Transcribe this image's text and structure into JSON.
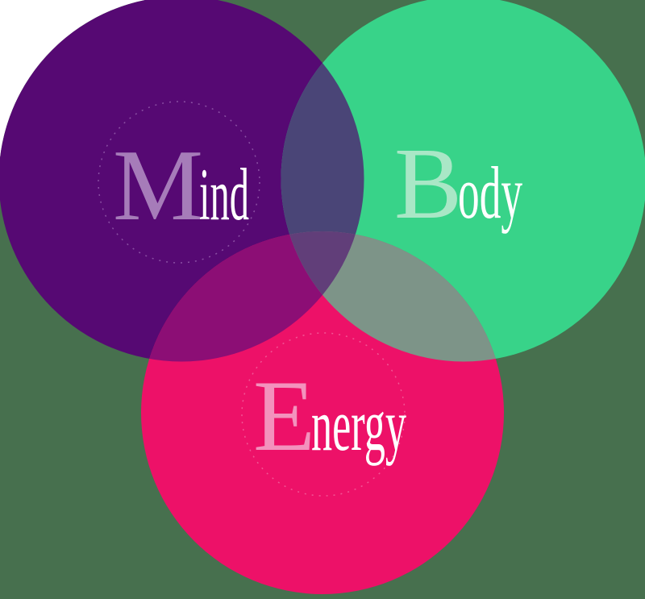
{
  "diagram": {
    "type": "venn",
    "background_color": "#47704E",
    "top_left_fill": "#FFFFFF",
    "sets": [
      {
        "name": "Mind",
        "initial": "M",
        "rest": "ind",
        "circle_color": "#560973",
        "initial_color": "#A67CB9",
        "text_color": "#FFFFFF"
      },
      {
        "name": "Body",
        "initial": "B",
        "rest": "ody",
        "circle_color": "#38D389",
        "initial_color": "#A9E7C6",
        "text_color": "#FFFFFF"
      },
      {
        "name": "Energy",
        "initial": "E",
        "rest": "nergy",
        "circle_color": "#ED1168",
        "initial_color": "#F392BD",
        "text_color": "#FFFFFF"
      }
    ],
    "overlap_colors": {
      "mind_body": "#4A4577",
      "mind_energy": "#8C0E75",
      "body_energy": "#7D9488",
      "mind_body_energy": "#613E79"
    },
    "artifacts": {
      "mind_ring_color": "#C9A6DE",
      "energy_ring_color": "#F8A8CC"
    }
  }
}
